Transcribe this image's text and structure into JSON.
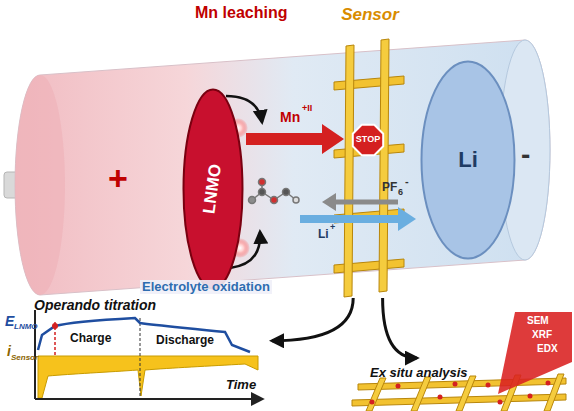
{
  "diagram": {
    "nodes": [
      {
        "text": [
          "LNMO"
        ]
      },
      {
        "text": [
          "Sensor"
        ]
      },
      {
        "text": [
          "STOP"
        ],
        "in": 1
      },
      {
        "text": [
          "Li"
        ]
      },
      {
        "text": [
          "Operando titration"
        ]
      },
      {
        "text": [
          "Ex situ analysis"
        ]
      }
    ],
    "edges": [
      {
        "from": 1,
        "to": 4,
        "arrow": "to"
      },
      {
        "from": 1,
        "to": 5,
        "arrow": "to"
      }
    ],
    "labels": [
      "Mn leaching",
      "+",
      "Mn",
      "+II",
      "PF",
      "6",
      "-",
      "Li",
      "+",
      "Electrolyte oxidation",
      "-",
      "E",
      "LNMO",
      "i",
      "Sensor",
      "Charge",
      "Discharge",
      "Time",
      "SEM",
      "XRF",
      "EDX"
    ]
  }
}
